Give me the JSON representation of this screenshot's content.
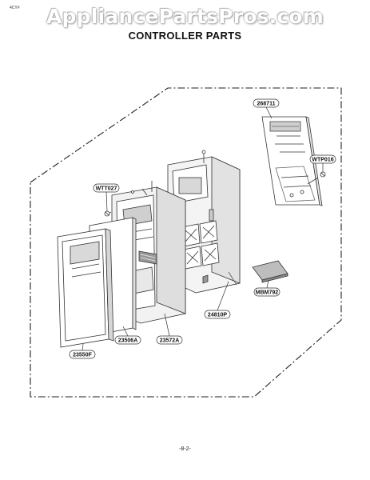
{
  "header": {
    "corner_code": "4CY#",
    "watermark": "AppliancePartsPros.com",
    "title": "CONTROLLER PARTS"
  },
  "parts": [
    {
      "id": "268711",
      "label": "268711"
    },
    {
      "id": "WTP016",
      "label": "WTP016"
    },
    {
      "id": "WTT027",
      "label": "WTT027"
    },
    {
      "id": "MBM792",
      "label": "MBM792"
    },
    {
      "id": "24810P",
      "label": "24810P"
    },
    {
      "id": "23572A",
      "label": "23572A"
    },
    {
      "id": "23506A",
      "label": "23506A"
    },
    {
      "id": "23550F",
      "label": "23550F"
    }
  ],
  "footer": {
    "page_number": "-8-2-"
  }
}
